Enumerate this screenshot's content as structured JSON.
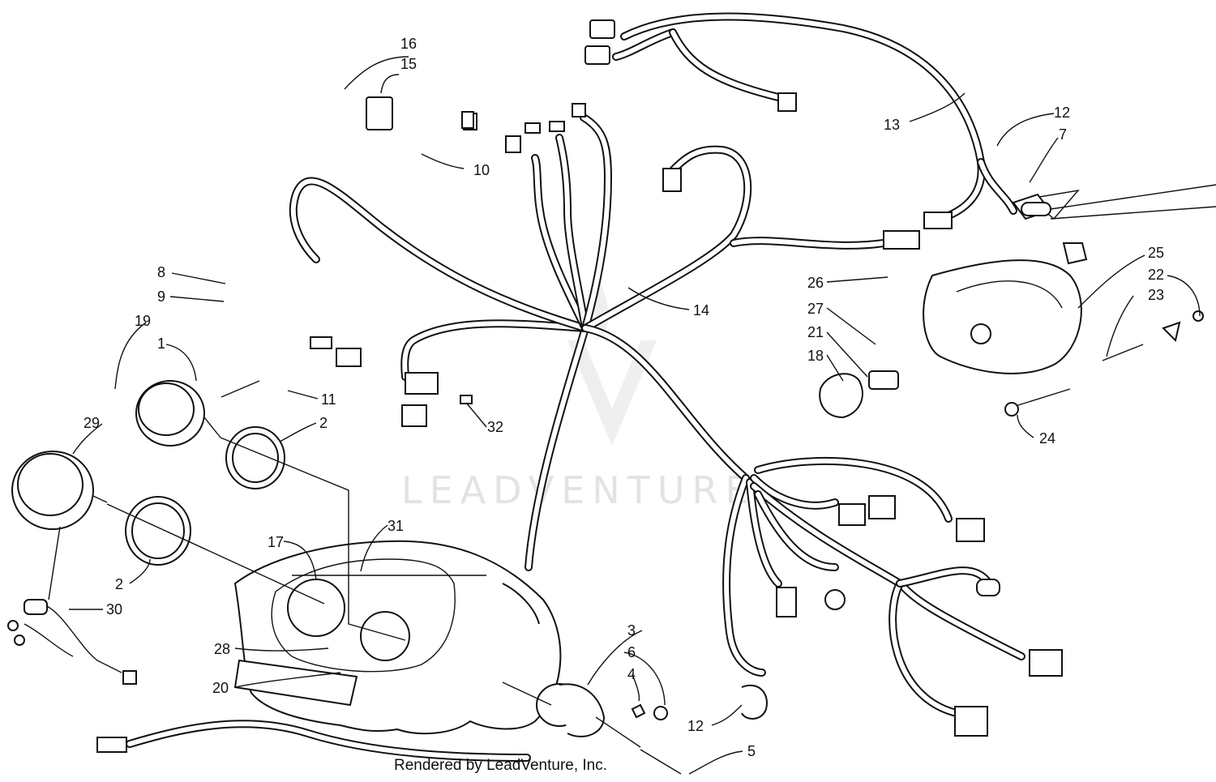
{
  "diagram": {
    "watermark": "LEADVENTURE",
    "footer": "Rendered by LeadVenture, Inc.",
    "callouts": [
      {
        "n": "16"
      },
      {
        "n": "15"
      },
      {
        "n": "10"
      },
      {
        "n": "13"
      },
      {
        "n": "12"
      },
      {
        "n": "7"
      },
      {
        "n": "8"
      },
      {
        "n": "9"
      },
      {
        "n": "19"
      },
      {
        "n": "1"
      },
      {
        "n": "11"
      },
      {
        "n": "2"
      },
      {
        "n": "32"
      },
      {
        "n": "14"
      },
      {
        "n": "26"
      },
      {
        "n": "27"
      },
      {
        "n": "21"
      },
      {
        "n": "18"
      },
      {
        "n": "25"
      },
      {
        "n": "22"
      },
      {
        "n": "23"
      },
      {
        "n": "24"
      },
      {
        "n": "29"
      },
      {
        "n": "2"
      },
      {
        "n": "17"
      },
      {
        "n": "31"
      },
      {
        "n": "30"
      },
      {
        "n": "28"
      },
      {
        "n": "20"
      },
      {
        "n": "3"
      },
      {
        "n": "6"
      },
      {
        "n": "4"
      },
      {
        "n": "12"
      },
      {
        "n": "5"
      }
    ]
  }
}
